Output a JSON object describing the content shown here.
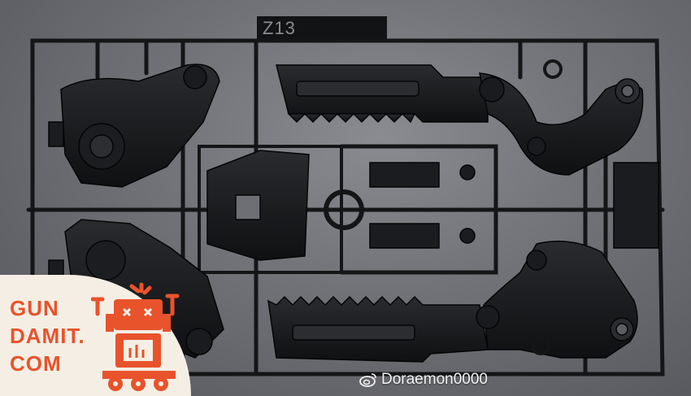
{
  "photo": {
    "description_subject": "black plastic model kit runner with chainsaw blade parts",
    "runner_tag_code": "Z13",
    "colors": {
      "plastic": "#161719",
      "background": "#6e6f74",
      "logo_orange": "#e8532c",
      "logo_bg": "#f4eee4"
    }
  },
  "watermark": {
    "icon": "weibo-icon",
    "text": "Doraemon0000"
  },
  "logo": {
    "lines": [
      "GUN",
      "DAMIT.",
      "COM"
    ],
    "icon": "robot-mascot-icon"
  }
}
